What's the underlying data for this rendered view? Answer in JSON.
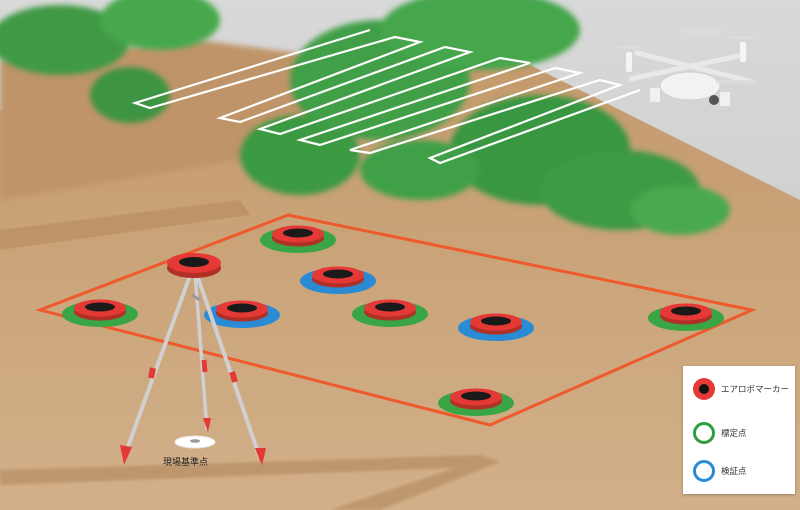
{
  "legend": {
    "items": [
      {
        "label": "エアロボマーカー",
        "symbol": "aerobo-marker-icon",
        "color": "#e53935"
      },
      {
        "label": "標定点",
        "symbol": "green-ring-icon",
        "color": "#2e9d3c"
      },
      {
        "label": "検証点",
        "symbol": "blue-ring-icon",
        "color": "#2a8ad4"
      }
    ]
  },
  "scene": {
    "base_point_label": "現場基準点",
    "survey_area_color": "#ee5a2c",
    "flight_path_color": "#ffffff"
  }
}
